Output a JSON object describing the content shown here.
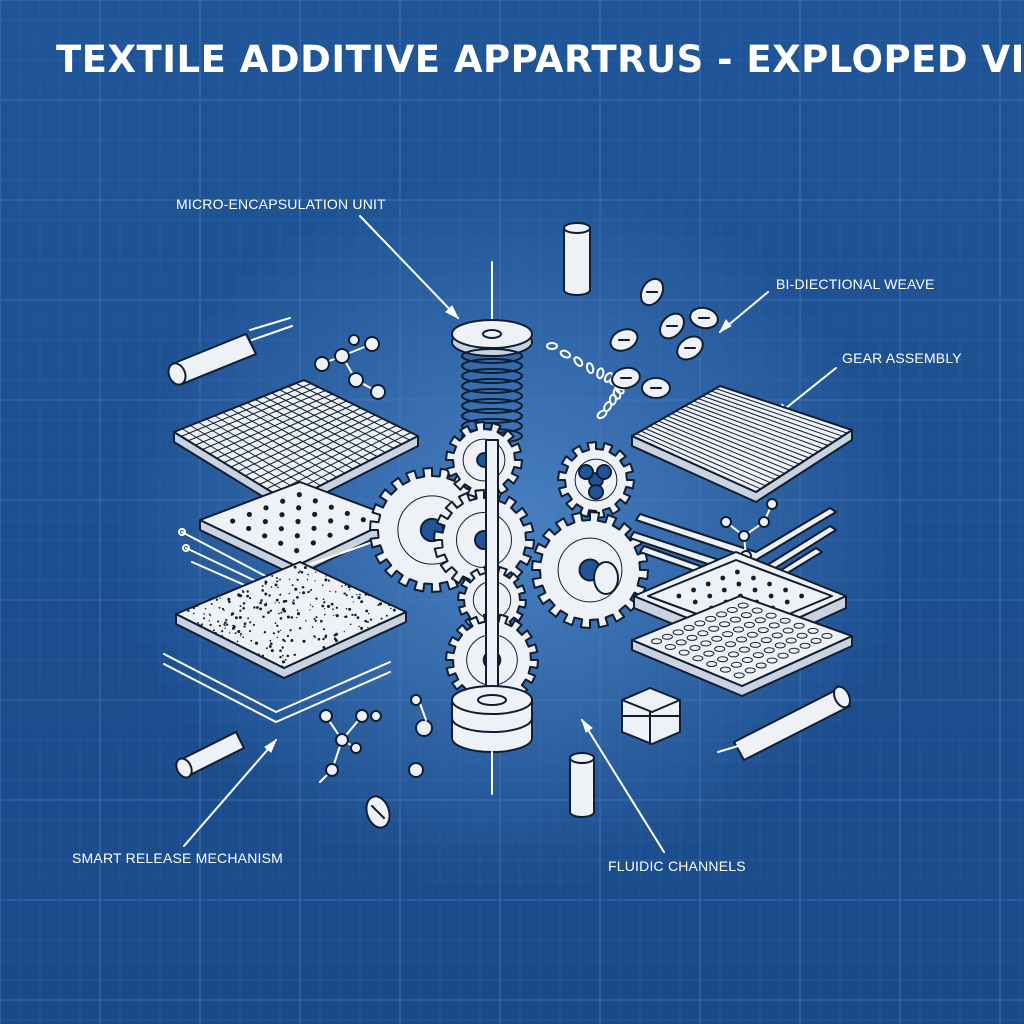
{
  "title": "TEXTILE ADDITIVE APPARTRUS - EXPLOPED VIEW",
  "callouts": {
    "micro_encapsulation": "MICRO-ENCAPSULATION UNIT",
    "bidirectional_weave": "BI-DIECTIONAL WEAVE",
    "gear_assembly": "GEAR ASSEMBLY",
    "smart_release": "SMART RELEASE MECHANISM",
    "fluidic_channels": "FLUIDIC CHANNELS"
  },
  "colors": {
    "background": "#1d4f91",
    "grid_line": "#4a7bbd",
    "ink": "#ffffff",
    "part_fill": "#eef2f7",
    "part_outline": "#0f1e33"
  }
}
